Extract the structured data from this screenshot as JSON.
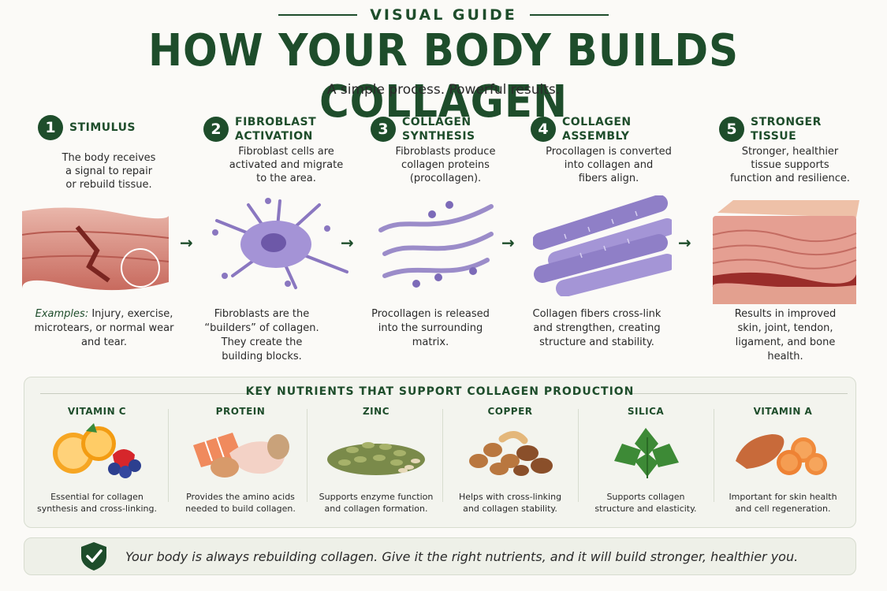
{
  "header": {
    "kicker": "VISUAL GUIDE",
    "title": "HOW YOUR BODY BUILDS COLLAGEN",
    "subtitle": "A simple process. Powerful results."
  },
  "steps": [
    {
      "number": "1",
      "name_l1": "STIMULUS",
      "name_l2": "",
      "desc": [
        "The body receives",
        "a signal to repair",
        "or rebuild tissue."
      ],
      "bottom_prefix": "Examples:",
      "bottom": [
        "Injury, exercise,",
        "microtears, or normal wear",
        "and tear."
      ]
    },
    {
      "number": "2",
      "name_l1": "FIBROBLAST",
      "name_l2": "ACTIVATION",
      "desc": [
        "Fibroblast cells are",
        "activated and migrate",
        "to the area."
      ],
      "bottom": [
        "Fibroblasts are the",
        "“builders” of collagen.",
        "They create the",
        "building blocks."
      ]
    },
    {
      "number": "3",
      "name_l1": "COLLAGEN",
      "name_l2": "SYNTHESIS",
      "desc": [
        "Fibroblasts produce",
        "collagen proteins",
        "(procollagen)."
      ],
      "bottom": [
        "Procollagen is released",
        "into the surrounding",
        "matrix."
      ]
    },
    {
      "number": "4",
      "name_l1": "COLLAGEN",
      "name_l2": "ASSEMBLY",
      "desc": [
        "Procollagen is converted",
        "into collagen and",
        "fibers align."
      ],
      "bottom": [
        "Collagen fibers cross-link",
        "and strengthen, creating",
        "structure and stability."
      ]
    },
    {
      "number": "5",
      "name_l1": "STRONGER",
      "name_l2": "TISSUE",
      "desc": [
        "Stronger, healthier",
        "tissue supports",
        "function and resilience."
      ],
      "bottom": [
        "Results in improved",
        "skin, joint, tendon,",
        "ligament, and bone",
        "health."
      ]
    }
  ],
  "nutrients_panel": {
    "title": "KEY NUTRIENTS THAT SUPPORT COLLAGEN PRODUCTION",
    "items": [
      {
        "name": "VITAMIN C",
        "desc": [
          "Essential for collagen",
          "synthesis and cross-linking."
        ]
      },
      {
        "name": "PROTEIN",
        "desc": [
          "Provides the amino acids",
          "needed to build collagen."
        ]
      },
      {
        "name": "ZINC",
        "desc": [
          "Supports enzyme function",
          "and collagen formation."
        ]
      },
      {
        "name": "COPPER",
        "desc": [
          "Helps with cross-linking",
          "and collagen stability."
        ]
      },
      {
        "name": "SILICA",
        "desc": [
          "Supports collagen",
          "structure and elasticity."
        ]
      },
      {
        "name": "VITAMIN A",
        "desc": [
          "Important for skin health",
          "and cell regeneration."
        ]
      }
    ]
  },
  "footer": {
    "icon": "shield-check-icon",
    "message": "Your body is always rebuilding collagen. Give it the right nutrients, and it will build stronger, healthier you."
  },
  "colors": {
    "accent": "#1e4d2b",
    "fiber": "#9b8cc9",
    "tissue": "#d98a82"
  }
}
